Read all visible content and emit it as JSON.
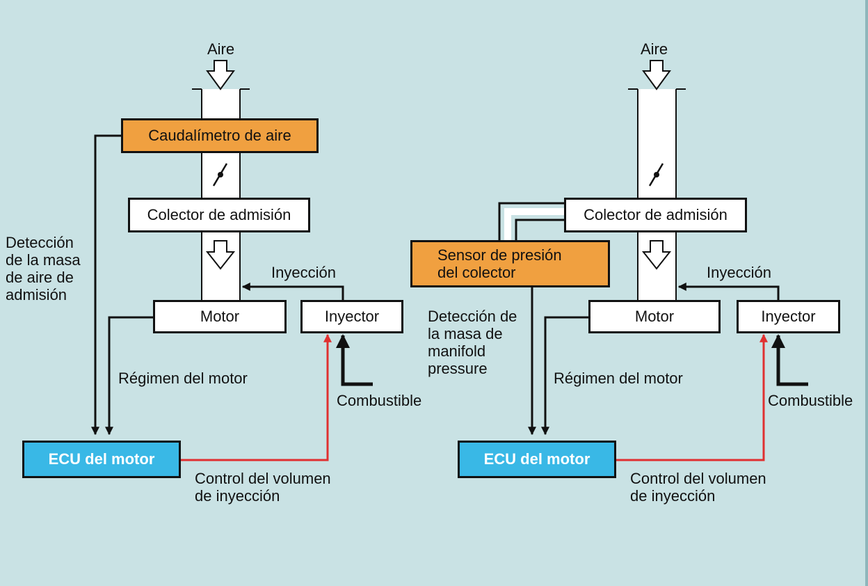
{
  "colors": {
    "background": "#c9e2e4",
    "sensor": "#f0a040",
    "ecu": "#39b8e6",
    "control_signal": "#e03030",
    "line": "#111111"
  },
  "left": {
    "air_label": "Aire",
    "airflow_meter": "Caudalímetro de aire",
    "intake_manifold": "Colector de admisión",
    "engine": "Motor",
    "injector": "Inyector",
    "injection_label": "Inyección",
    "detection_label": "Detección\nde la masa\nde aire de\nadmisión",
    "engine_speed_label": "Régimen del motor",
    "fuel_label": "Combustible",
    "ecu": "ECU del motor",
    "control_label": "Control del volumen\nde inyección"
  },
  "right": {
    "air_label": "Aire",
    "intake_manifold": "Colector de admisión",
    "pressure_sensor": "Sensor de presión\ndel colector",
    "engine": "Motor",
    "injector": "Inyector",
    "injection_label": "Inyección",
    "detection_label": "Detección de\nla masa de\nmanifold\npressure",
    "engine_speed_label": "Régimen del motor",
    "fuel_label": "Combustible",
    "ecu": "ECU del motor",
    "control_label": "Control del volumen\nde inyección"
  }
}
